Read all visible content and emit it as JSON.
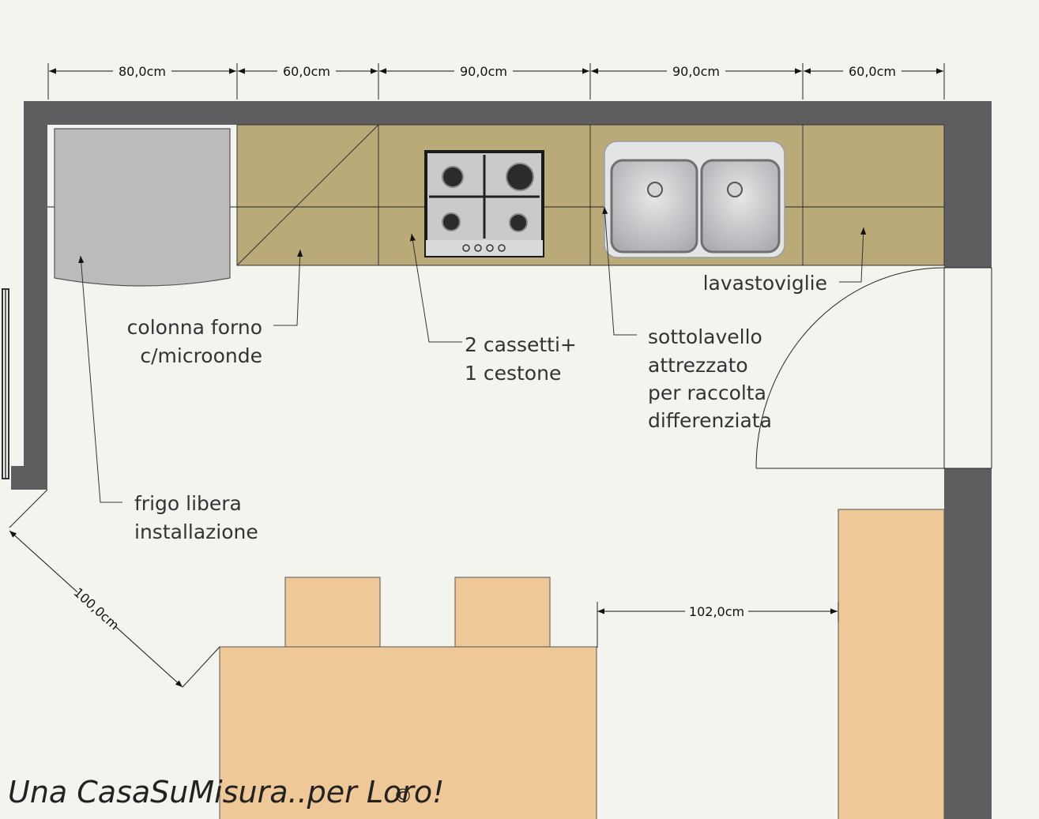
{
  "dimensions": {
    "oven_column": "80,0cm",
    "diagonal_cabinet": "60,0cm",
    "hob_cabinet": "90,0cm",
    "sink_cabinet": "90,0cm",
    "dishwasher": "60,0cm",
    "table_to_cabinet": "102,0cm",
    "fridge_to_table": "100,0cm"
  },
  "labels": {
    "oven_column": [
      "colonna forno",
      "c/microonde"
    ],
    "drawers": [
      "2 cassetti+",
      "1 cestone"
    ],
    "under_sink": [
      "sottolavello",
      "attrezzato",
      "per raccolta",
      "differenziata"
    ],
    "dishwasher": "lavastoviglie",
    "fridge": [
      "frigo libera",
      "installazione"
    ]
  },
  "watermark": {
    "brand": "Una CasaSuMisura..per Loro!",
    "symbol": "©"
  },
  "colors": {
    "wall": "#5e5e60",
    "counter": "#b9aa78",
    "furniture": "#efc897",
    "fridge": "#bbbbbb",
    "background": "#f4f4ef"
  }
}
